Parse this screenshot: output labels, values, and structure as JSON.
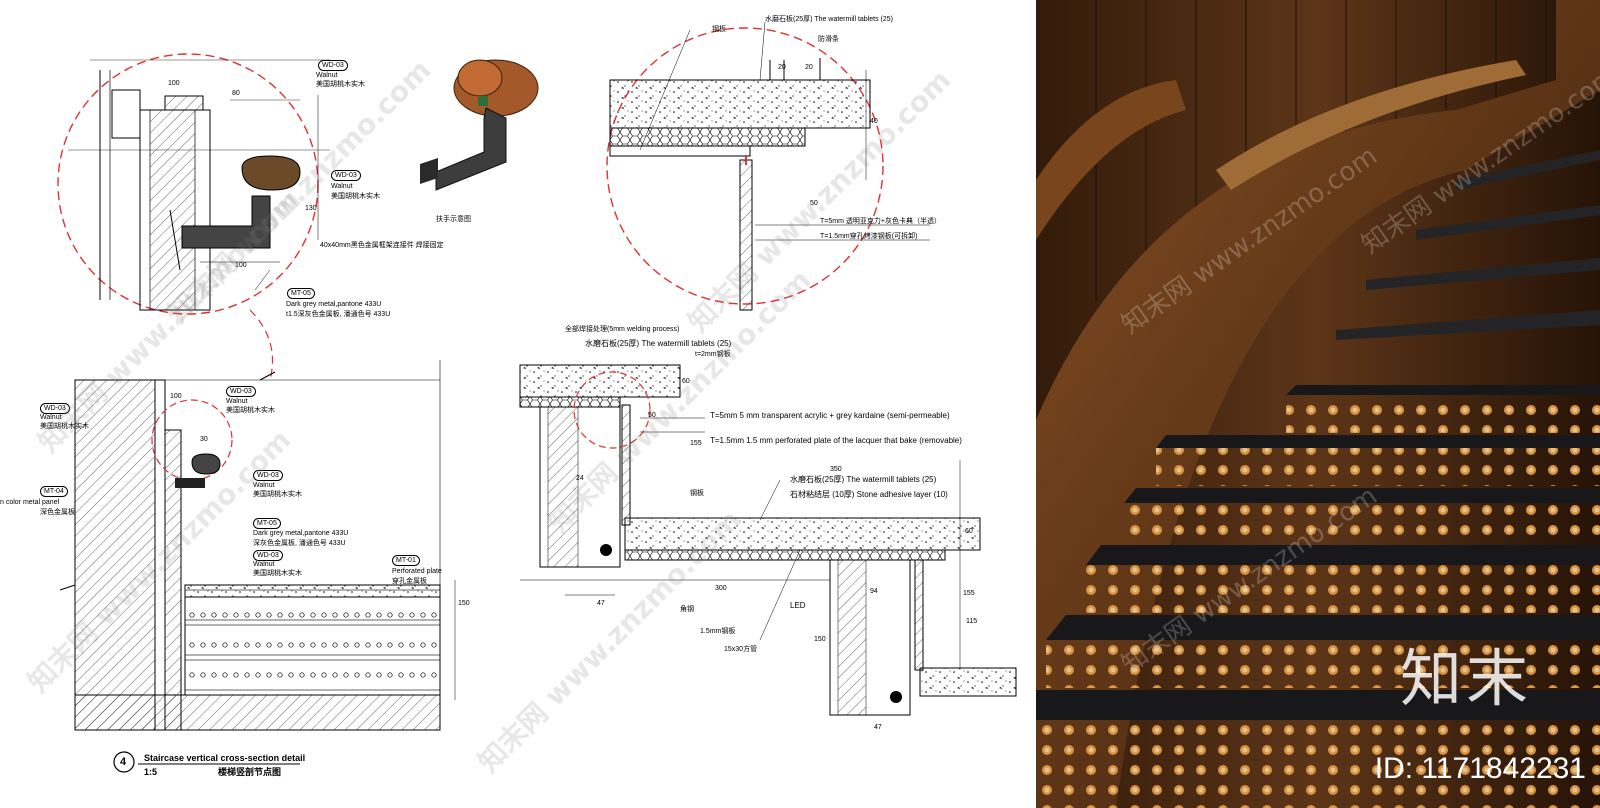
{
  "detail_a": {
    "dims": [
      "100",
      "80",
      "130",
      "100"
    ],
    "labels": [
      {
        "tag": "WD-03",
        "en": "Walnut",
        "cn": "美国胡桃木实木"
      },
      {
        "tag": "WD-03",
        "en": "Walnut",
        "cn": "美国胡桃木实木"
      },
      {
        "tag": "MT-05",
        "en": "Dark grey metal,pantone 433U",
        "cn": "t1.5深灰色金属板, 潘通色号 433U"
      }
    ],
    "connector_note": "40x40mm黑色金属框架连接件 焊接固定"
  },
  "handrail_note": "扶手示意图",
  "detail_b": {
    "top_label": "水磨石板(25厚) The watermill tablets (25)",
    "top_label2": "钢板",
    "anchor": "防滑条",
    "dims": [
      "20",
      "20",
      "40",
      "50"
    ],
    "note1": "T=5mm 透明亚克力+灰色卡典（半透）",
    "note2": "T=1.5mm穿孔烤漆钢板(可拆卸)"
  },
  "section_left": {
    "tags": [
      {
        "tag": "WD-03",
        "en": "Walnut",
        "cn": "美国胡桃木实木"
      },
      {
        "tag": "WD-03",
        "en": "Walnut",
        "cn": "美国胡桃木实木"
      },
      {
        "tag": "MT-04",
        "en": "n color metal panel",
        "cn": "深色金属板"
      },
      {
        "tag": "WD-03",
        "en": "Walnut",
        "cn": "美国胡桃木实木"
      },
      {
        "tag": "MT-05",
        "en": "Dark grey metal,pantone 433U",
        "cn": "深灰色金属板, 潘通色号 433U"
      },
      {
        "tag": "WD-03",
        "en": "Walnut",
        "cn": "美国胡桃木实木"
      },
      {
        "tag": "MT-01",
        "en": "Perforated plate",
        "cn": "穿孔金属板"
      }
    ],
    "dims": [
      "100",
      "30",
      "150"
    ]
  },
  "section_right": {
    "welding": "全部焊接处理(5mm welding process)",
    "tablets": "水磨石板(25厚) The watermill tablets (25)",
    "t2": "t=2mm钢板",
    "acrylic": "T=5mm 5 mm transparent acrylic + grey kardaine (semi-permeable)",
    "perforated": "T=1.5mm 1.5 mm perforated plate of the lacquer that bake (removable)",
    "tablets2": "水磨石板(25厚) The watermill tablets (25)",
    "adhesive": "石材粘结层 (10厚) Stone adhesive layer (10)",
    "steel": "钢板",
    "led": "LED",
    "plate15": "1.5mm钢板",
    "tube": "15x30方管",
    "angle": "角钢",
    "dims": [
      "60",
      "50",
      "24",
      "155",
      "350",
      "300",
      "47",
      "60",
      "94",
      "155",
      "115",
      "150",
      "47"
    ]
  },
  "title": {
    "number": "4",
    "en": "Staircase vertical cross-section detail",
    "scale": "1:5",
    "cn": "楼梯竖剖节点图"
  },
  "watermark": "知末网 www.znzmo.com",
  "photo": {
    "logo": "知末",
    "id": "ID: 1171842231"
  }
}
